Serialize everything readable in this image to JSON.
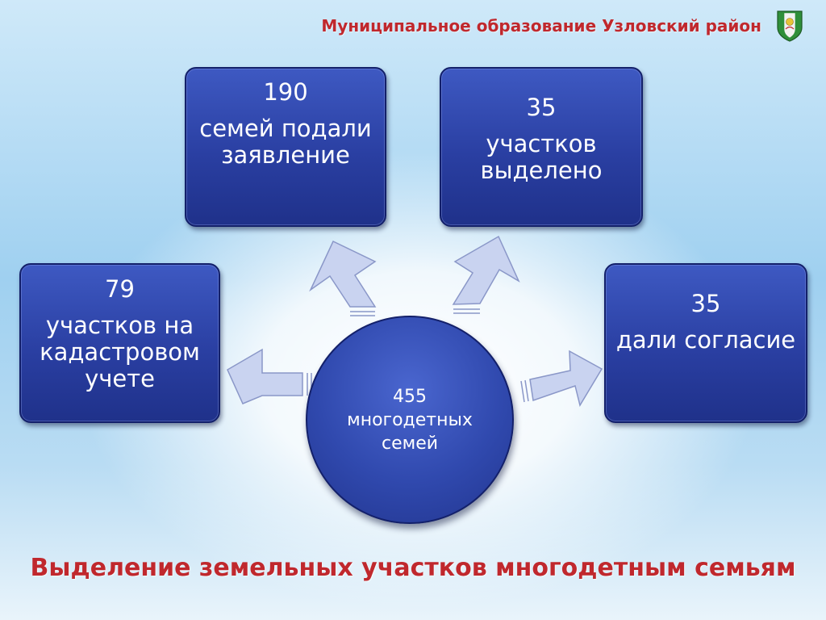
{
  "header": {
    "title": "Муниципальное образование Узловский район",
    "emblem_icon": "coat-of-arms-icon"
  },
  "center": {
    "value": "455",
    "label_line1": "многодетных",
    "label_line2": "семей"
  },
  "boxes": {
    "top_left": {
      "value": "190",
      "text": "семей подали заявление"
    },
    "top_right": {
      "value": "35",
      "text": "участков выделено"
    },
    "left": {
      "value": "79",
      "text": "участков на кадастровом учете"
    },
    "right": {
      "value": "35",
      "text": "дали согласие"
    }
  },
  "footer": {
    "title": "Выделение земельных участков многодетным семьям"
  },
  "colors": {
    "accent_red": "#c0282d",
    "box_blue": "#2a3fa2",
    "arrow_fill": "#c9d3f0",
    "arrow_stroke": "#8a97c8"
  }
}
